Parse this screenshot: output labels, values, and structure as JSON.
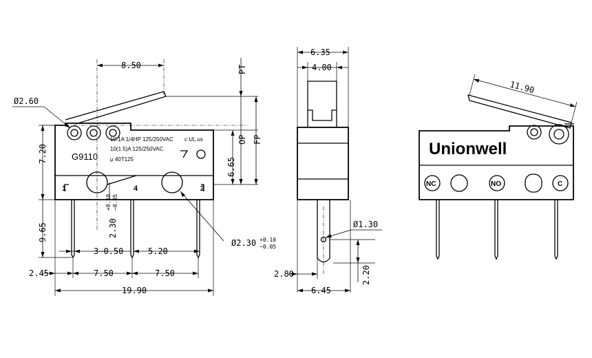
{
  "front_view": {
    "model": "G9110",
    "rating_line_1": "10.1A 1/4HP 125/250VAC",
    "rating_line_2": "10(1.5)A 125/250VAC",
    "rating_line_3": "μ 40T125",
    "cert_marks": "c UL us",
    "pin_labels": [
      "1",
      "4",
      "2"
    ],
    "dims": {
      "actuator_center": "8.50",
      "pivot_diameter": "Ø2.60",
      "body_height": "7.20",
      "height_total": "6.65",
      "pin_length": "9.65",
      "hole_offset": "2.30",
      "hole_offset_plus": "+0.10",
      "hole_offset_minus": "−0.05",
      "pin_width": "3−0.50",
      "hole_spacing": "5.20",
      "hole_diameter": "Ø2.30",
      "hole_diameter_plus": "+0.10",
      "hole_diameter_minus": "−0.05",
      "edge_to_pin": "2.45",
      "pin_pitch_1": "7.50",
      "pin_pitch_2": "7.50",
      "overall_length": "19.90",
      "pt_label": "PT",
      "op_label": "OP",
      "fp_label": "FP"
    }
  },
  "side_view": {
    "dims": {
      "overall_width": "6.35",
      "plunger_width": "4.00",
      "terminal_hole": "Ø1.30",
      "terminal_offset": "2.80",
      "terminal_tip": "2.20",
      "terminal_width": "6.45"
    }
  },
  "iso_view": {
    "brand": "Unionwell",
    "lever_length": "11.90",
    "terminals": [
      "NC",
      "NO",
      "C"
    ]
  }
}
